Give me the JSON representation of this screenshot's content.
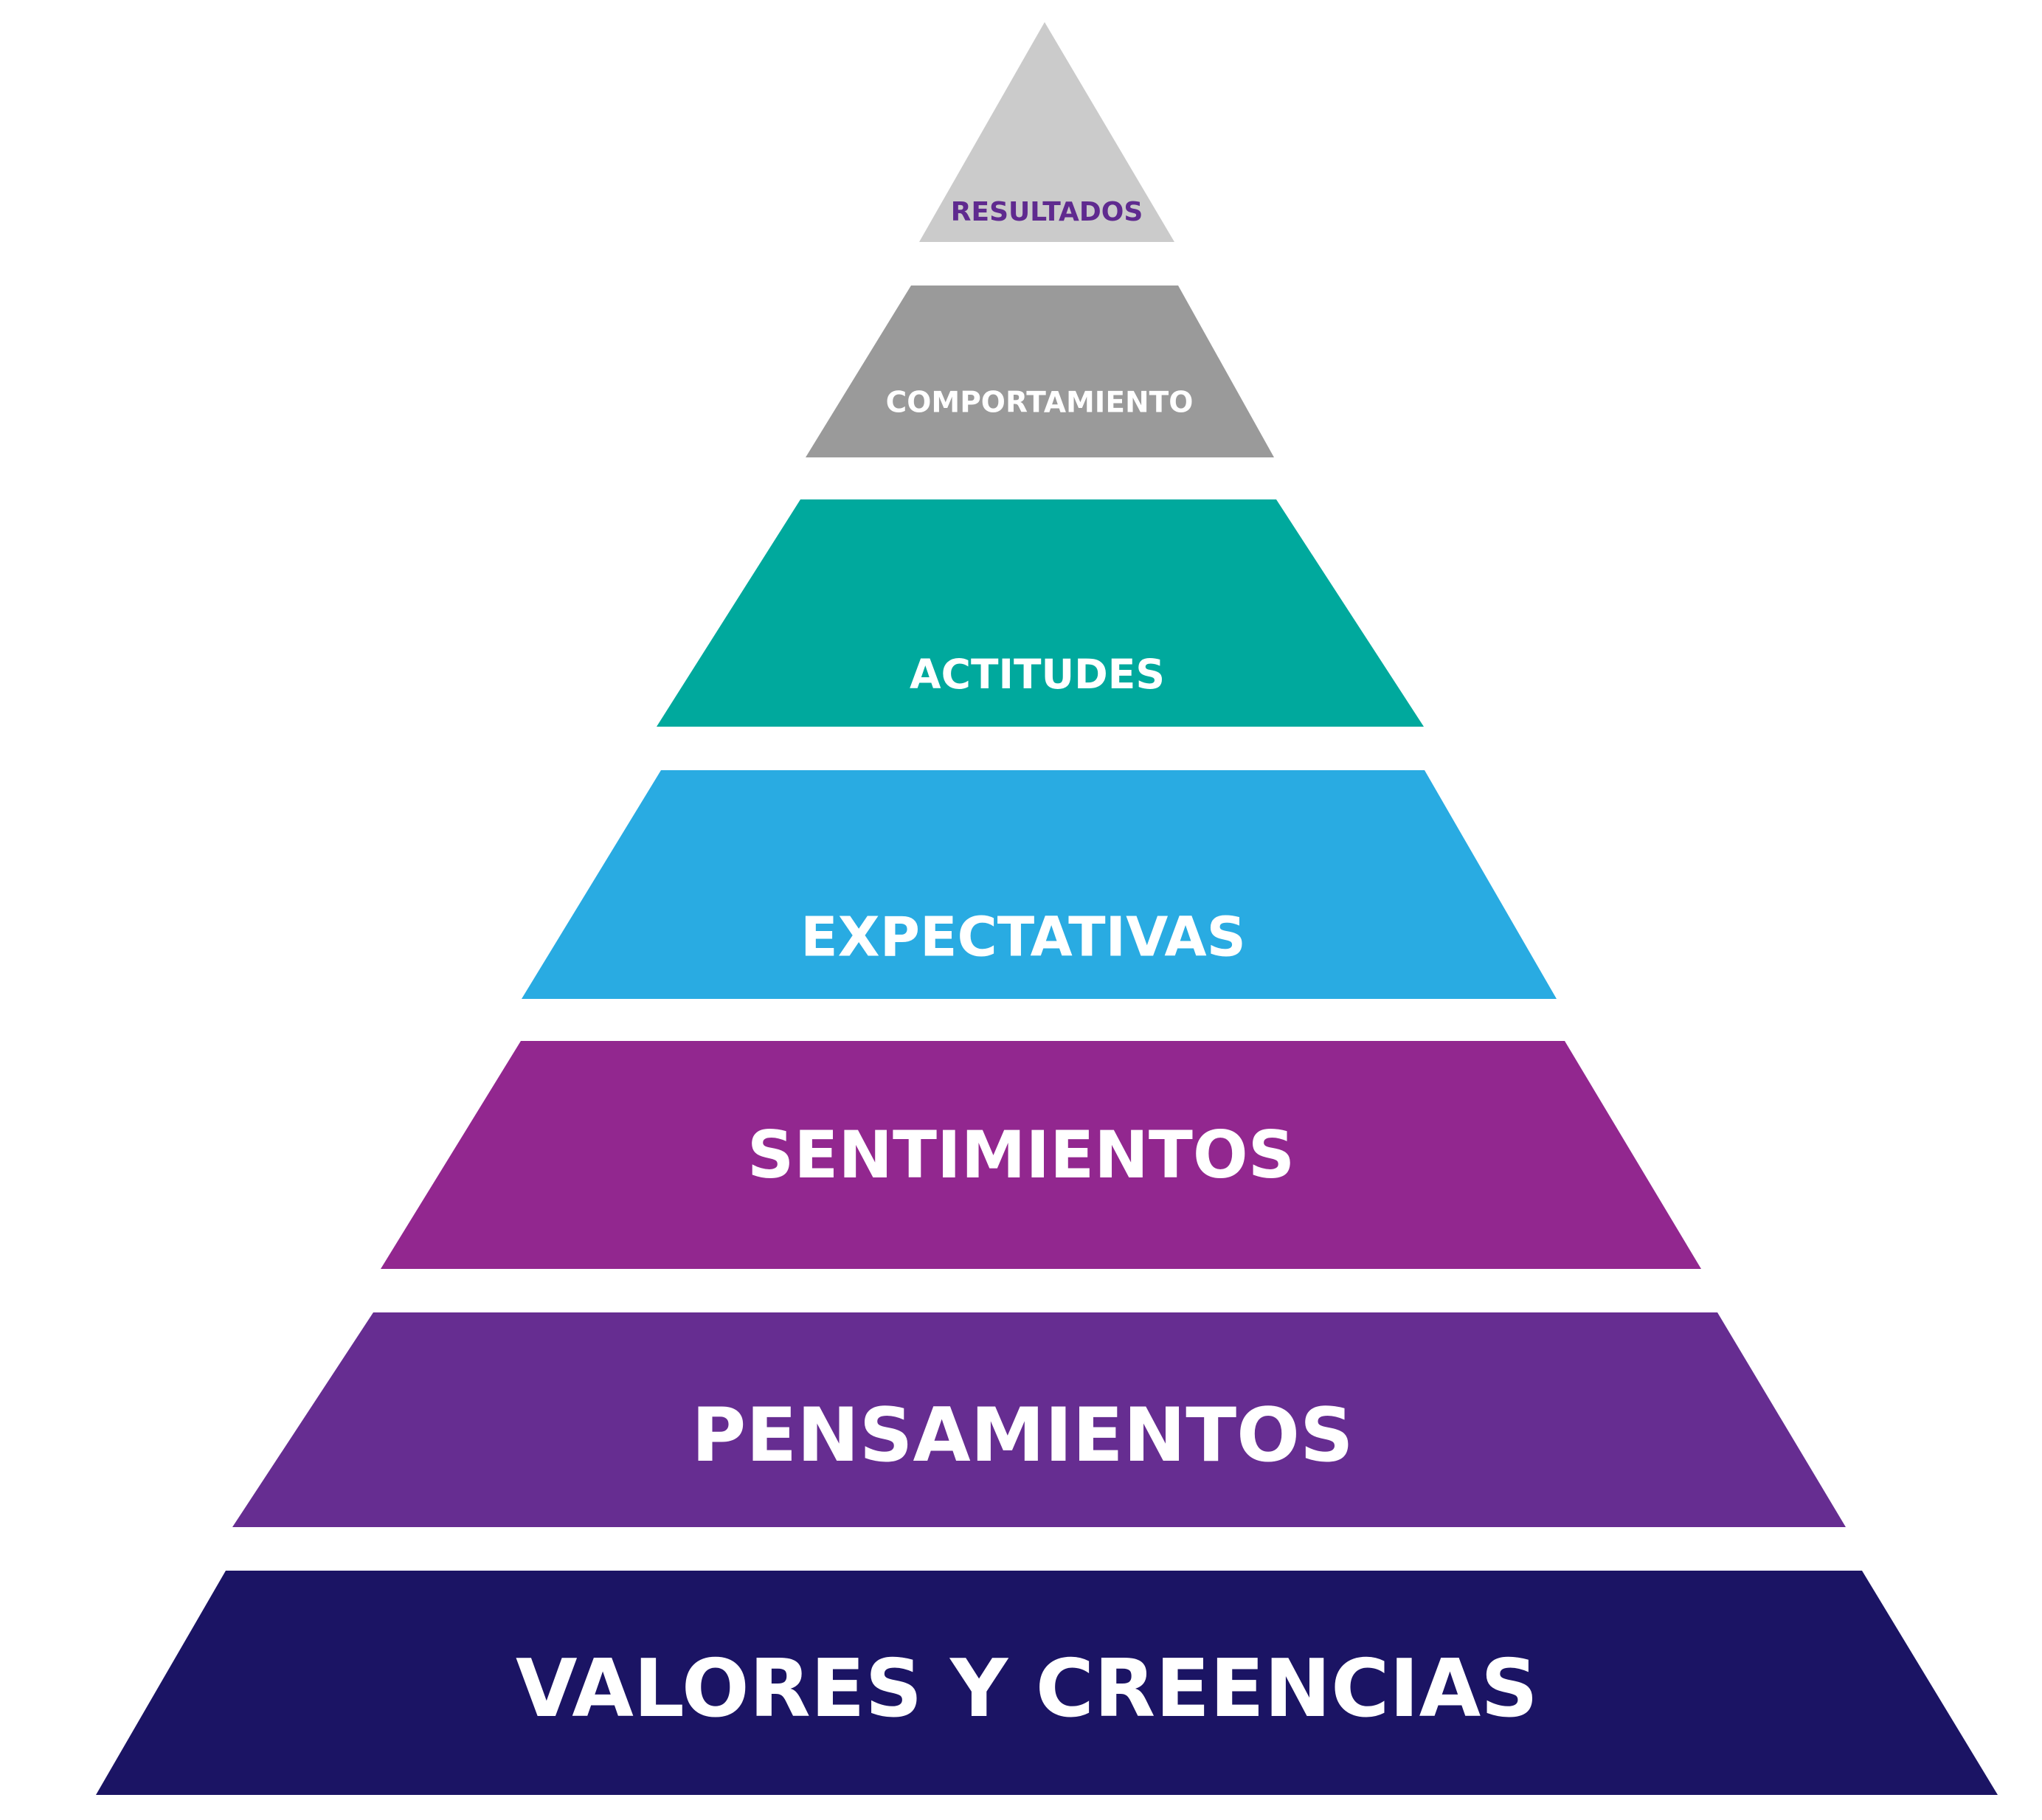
{
  "pyramid": {
    "levels": [
      {
        "label": "RESULTADOS",
        "fill": "#cbcbcb",
        "text_color": "#5f2a8f"
      },
      {
        "label": "COMPORTAMIENTO",
        "fill": "#9a9a9a",
        "text_color": "#ffffff"
      },
      {
        "label": "ACTITUDES",
        "fill": "#00a99d",
        "text_color": "#ffffff"
      },
      {
        "label": "EXPECTATIVAS",
        "fill": "#29abe2",
        "text_color": "#ffffff"
      },
      {
        "label": "SENTIMIENTOS",
        "fill": "#92278f",
        "text_color": "#ffffff"
      },
      {
        "label": "PENSAMIENTOS",
        "fill": "#662d91",
        "text_color": "#ffffff"
      },
      {
        "label": "VALORES Y CREENCIAS",
        "fill": "#1b1464",
        "text_color": "#ffffff"
      }
    ]
  }
}
